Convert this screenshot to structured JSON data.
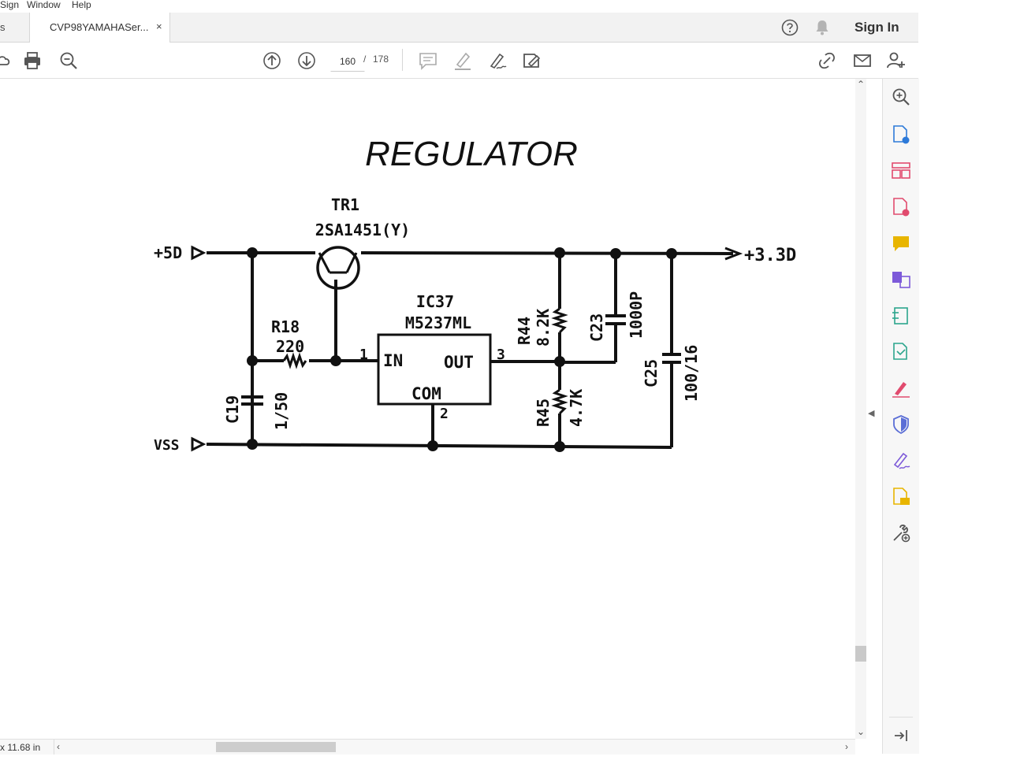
{
  "menu": {
    "items": [
      "Sign",
      "Window",
      "Help"
    ]
  },
  "tabs": {
    "partial_label": "s",
    "active_label": "CVP98YAMAHASer...",
    "close_symbol": "×"
  },
  "header": {
    "sign_in": "Sign In"
  },
  "toolbar": {
    "page_number": "160",
    "page_sep": "/",
    "page_total": "178"
  },
  "document": {
    "title": "REGULATOR",
    "labels": {
      "tr1": "TR1",
      "tr1_part": "2SA1451(Y)",
      "ic37": "IC37",
      "ic37_part": "M5237ML",
      "pin_in": "IN",
      "pin_out": "OUT",
      "pin_com": "COM",
      "pin1": "1",
      "pin2": "2",
      "pin3": "3",
      "r18": "R18",
      "r18_val": "220",
      "r44": "R44",
      "r44_val": "8.2K",
      "r45": "R45",
      "r45_val": "4.7K",
      "c19": "C19",
      "c19_val": "1/50",
      "c23": "C23",
      "c23_val": "1000P",
      "c25": "C25",
      "c25_val": "100/16",
      "in_plus5": "+5D",
      "out_33": "+3.3D",
      "vss": "VSS"
    }
  },
  "status": {
    "page_size": "x 11.68 in"
  },
  "icons": {
    "toolbar": [
      "cloud-icon",
      "print-icon",
      "zoom-out-icon",
      "page-up-icon",
      "page-down-icon",
      "comment-icon",
      "highlight-icon",
      "sign-icon",
      "edit-icon",
      "share-link-icon",
      "email-icon",
      "add-user-icon"
    ],
    "right_panel": [
      "zoom-icon",
      "export-pdf-icon",
      "organize-pages-icon",
      "create-pdf-icon",
      "comment-icon",
      "combine-files-icon",
      "compress-icon",
      "send-for-review-icon",
      "fill-sign-icon",
      "protect-icon",
      "request-signature-icon",
      "more-tools-icon",
      "tools-icon"
    ]
  },
  "colors": {
    "accent_blue": "#2d7ad9",
    "accent_red": "#e14b6e",
    "accent_yellow": "#e8b500",
    "accent_purple": "#7d5ad9",
    "accent_green": "#2ca58d"
  }
}
